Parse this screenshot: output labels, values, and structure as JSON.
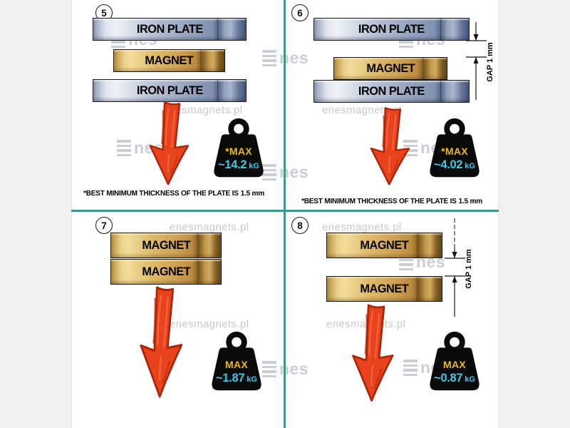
{
  "meta": {
    "divider_color": "#2e9e90",
    "arrow_color": "#e9431d",
    "weight_body_color": "#0a0a0a",
    "weight_max_color": "#e9bb1c",
    "weight_value_color": "#3fc9e8"
  },
  "watermark": {
    "text": "enesmagnets.pl",
    "logo_text": "nes"
  },
  "panels": [
    {
      "number": "5",
      "layers": {
        "top": "IRON PLATE",
        "middle": "MAGNET",
        "bottom": "IRON PLATE"
      },
      "weight": {
        "max": "*MAX",
        "value": "~14.2",
        "unit": "kG"
      },
      "footnote": {
        "text": "*BEST MINIMUM THICKNESS OF THE PLATE IS",
        "bold": "1.5 mm"
      }
    },
    {
      "number": "6",
      "layers": {
        "top": "IRON PLATE",
        "middle": "MAGNET",
        "bottom": "IRON PLATE"
      },
      "gap_label": "GAP 1 mm",
      "weight": {
        "max": "*MAX",
        "value": "~4.02",
        "unit": "kG"
      },
      "footnote": {
        "text": "*BEST MINIMUM THICKNESS OF THE PLATE IS",
        "bold": "1.5 mm"
      }
    },
    {
      "number": "7",
      "layers": {
        "top": "MAGNET",
        "bottom": "MAGNET"
      },
      "weight": {
        "max": "MAX",
        "value": "~1.87",
        "unit": "kG"
      }
    },
    {
      "number": "8",
      "layers": {
        "top": "MAGNET",
        "bottom": "MAGNET"
      },
      "gap_label": "GAP 1 mm",
      "weight": {
        "max": "MAX",
        "value": "~0.87",
        "unit": "kG"
      }
    }
  ]
}
